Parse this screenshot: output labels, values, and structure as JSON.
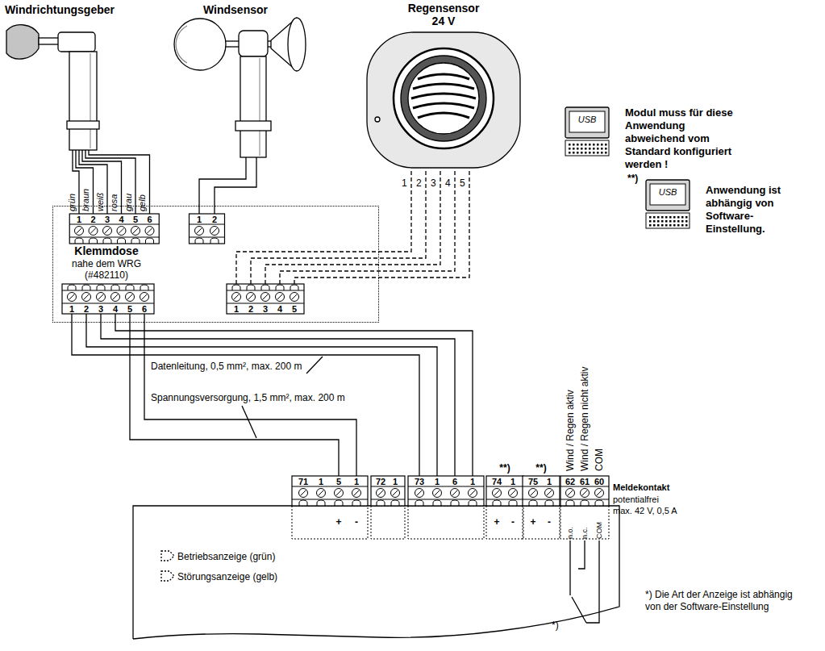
{
  "diagram": {
    "nodes": [
      {
        "text": [
          "Windrichtungsgeber"
        ]
      },
      {
        "text": [
          "Windsensor"
        ]
      },
      {
        "text": [
          "Regensensor 24 V"
        ]
      },
      {
        "text": [
          "Klemmdose",
          "nahe dem WRG (#482110)"
        ]
      },
      {
        "text": [
          "Betriebsanzeige (grün)",
          "Störungsanzeige (gelb)"
        ]
      },
      {
        "text": [
          "USB"
        ]
      },
      {
        "text": [
          "USB"
        ]
      }
    ],
    "edges": [
      {
        "from": 0,
        "to": 3,
        "arrow": "none"
      },
      {
        "from": 1,
        "to": 3,
        "arrow": "none"
      },
      {
        "from": 2,
        "to": 3,
        "arrow": "none"
      },
      {
        "from": 3,
        "to": 4,
        "label": "Datenleitung, 0,5 mm², max. 200 m",
        "arrow": "none"
      },
      {
        "from": 3,
        "to": 4,
        "label": "Spannungsversorgung, 1,5 mm², max. 200 m",
        "arrow": "none"
      }
    ],
    "labels": [
      "grün",
      "braun",
      "weiß",
      "rosa",
      "grau",
      "gelb",
      "1",
      "2",
      "3",
      "4",
      "5",
      "6",
      "1",
      "2",
      "1",
      "2",
      "3",
      "4",
      "5",
      "1",
      "2",
      "3",
      "4",
      "5",
      "6",
      "1",
      "2",
      "3",
      "4",
      "5",
      "71",
      "1",
      "5",
      "1",
      "72",
      "1",
      "73",
      "1",
      "6",
      "1",
      "74",
      "1",
      "75",
      "1",
      "62",
      "61",
      "60",
      "+",
      "-",
      "+",
      "-",
      "+",
      "-",
      "n.o.",
      "n.c.",
      "COM",
      "Wind / Regen aktiv",
      "Wind / Regen nicht aktiv",
      "COM",
      "**)",
      "**)",
      "Meldekontakt",
      "potentialfrei",
      "max. 42 V, 0,5 A",
      "Modul muss für diese Anwendung abweichend vom Standard konfiguriert werden !",
      "**)",
      "Anwendung ist abhängig von Software-Einstellung.",
      "*) Die Art der Anzeige ist abhängig von der Software-Einstellung",
      "*)"
    ]
  }
}
